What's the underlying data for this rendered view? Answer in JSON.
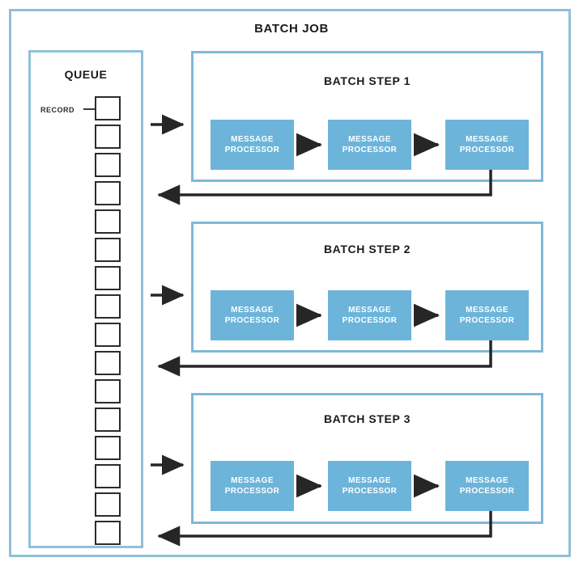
{
  "diagram": {
    "title": "BATCH JOB",
    "accent_border": "#8FC0D8",
    "processor_fill": "#6CB4DA",
    "record_stroke": "#2C2C2C",
    "arrow_color": "#262626"
  },
  "queue": {
    "title": "QUEUE",
    "record_label": "RECORD",
    "record_count": 16,
    "records": [
      {
        "index": 1
      },
      {
        "index": 2
      },
      {
        "index": 3
      },
      {
        "index": 4
      },
      {
        "index": 5
      },
      {
        "index": 6
      },
      {
        "index": 7
      },
      {
        "index": 8
      },
      {
        "index": 9
      },
      {
        "index": 10
      },
      {
        "index": 11
      },
      {
        "index": 12
      },
      {
        "index": 13
      },
      {
        "index": 14
      },
      {
        "index": 15
      },
      {
        "index": 16
      }
    ]
  },
  "steps": [
    {
      "title": "BATCH STEP 1",
      "processors": [
        {
          "line1": "MESSAGE",
          "line2": "PROCESSOR"
        },
        {
          "line1": "MESSAGE",
          "line2": "PROCESSOR"
        },
        {
          "line1": "MESSAGE",
          "line2": "PROCESSOR"
        }
      ]
    },
    {
      "title": "BATCH STEP 2",
      "processors": [
        {
          "line1": "MESSAGE",
          "line2": "PROCESSOR"
        },
        {
          "line1": "MESSAGE",
          "line2": "PROCESSOR"
        },
        {
          "line1": "MESSAGE",
          "line2": "PROCESSOR"
        }
      ]
    },
    {
      "title": "BATCH STEP 3",
      "processors": [
        {
          "line1": "MESSAGE",
          "line2": "PROCESSOR"
        },
        {
          "line1": "MESSAGE",
          "line2": "PROCESSOR"
        },
        {
          "line1": "MESSAGE",
          "line2": "PROCESSOR"
        }
      ]
    }
  ]
}
